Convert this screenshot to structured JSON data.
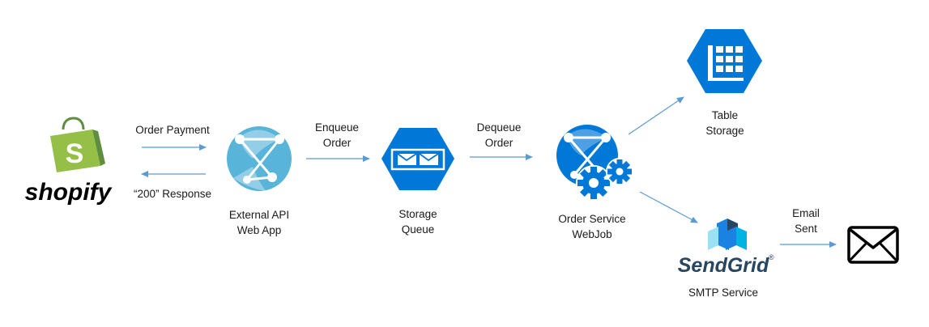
{
  "nodes": {
    "shopify": {
      "logo_text": "shopify",
      "icon": "shopify-bag-icon",
      "bag_letter": "S"
    },
    "web_app": {
      "label_line1": "External API",
      "label_line2": "Web App",
      "icon": "azure-web-app-icon"
    },
    "queue": {
      "label_line1": "Storage",
      "label_line2": "Queue",
      "icon": "storage-queue-icon"
    },
    "webjob": {
      "label_line1": "Order Service",
      "label_line2": "WebJob",
      "icon": "webjob-gears-icon"
    },
    "table": {
      "label_line1": "Table",
      "label_line2": "Storage",
      "icon": "table-grid-icon"
    },
    "sendgrid": {
      "logo_text": "SendGrid",
      "trademark": "®",
      "label": "SMTP Service",
      "icon": "sendgrid-cubes-icon"
    },
    "email": {
      "icon": "envelope-icon"
    }
  },
  "edges": {
    "order_payment": "Order Payment",
    "response": "“200” Response",
    "enqueue_line1": "Enqueue",
    "enqueue_line2": "Order",
    "dequeue_line1": "Dequeue",
    "dequeue_line2": "Order",
    "email_line1": "Email",
    "email_line2": "Sent"
  },
  "colors": {
    "arrow": "#5b9bd5",
    "azure_blue": "#0078d7",
    "web_app_light": "#59b4d9",
    "shopify_green": "#95bf47",
    "shopify_dark_green": "#5e8e3e",
    "sendgrid_blue": "#1a82e2",
    "sendgrid_navy": "#294661"
  }
}
